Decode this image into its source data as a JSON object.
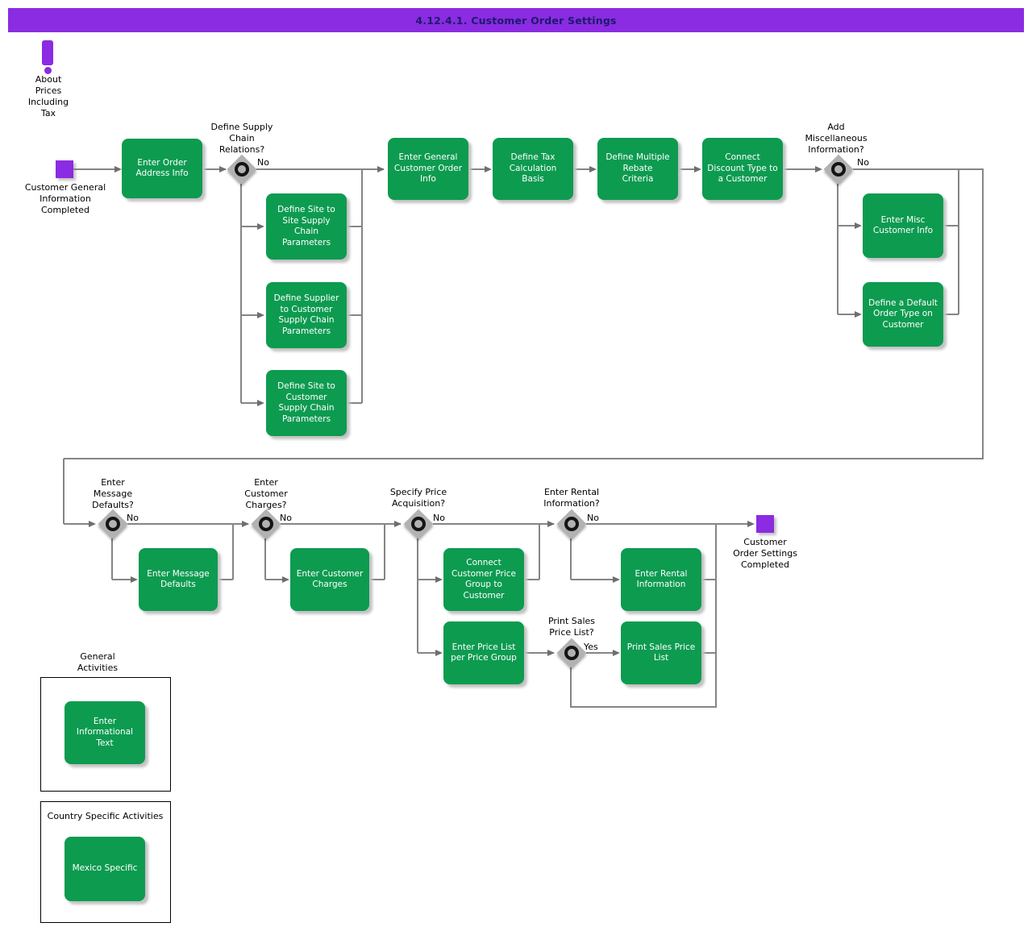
{
  "title": "4.12.4.1. Customer Order Settings",
  "colors": {
    "accent_purple": "#8b2be2",
    "task_green": "#0d9b50",
    "title_text": "#1b1b6e",
    "connector_gray": "#858585"
  },
  "annotation": {
    "label": "About\nPrices\nIncluding\nTax"
  },
  "events": {
    "start": {
      "label": "Customer General\nInformation\nCompleted"
    },
    "end": {
      "label": "Customer\nOrder Settings\nCompleted"
    }
  },
  "tasks": {
    "enter_order_address_info": {
      "label": "Enter Order\nAddress Info"
    },
    "define_site_to_site_supply_chain_parameters": {
      "label": "Define Site to\nSite Supply\nChain\nParameters"
    },
    "define_supplier_to_customer_supply_chain_parameters": {
      "label": "Define Supplier\nto Customer\nSupply Chain\nParameters"
    },
    "define_site_to_customer_supply_chain_parameters": {
      "label": "Define Site to\nCustomer\nSupply Chain\nParameters"
    },
    "enter_general_customer_order_info": {
      "label": "Enter General\nCustomer Order\nInfo"
    },
    "define_tax_calculation_basis": {
      "label": "Define Tax\nCalculation\nBasis"
    },
    "define_multiple_rebate_criteria": {
      "label": "Define Multiple\nRebate\nCriteria"
    },
    "connect_discount_type_to_a_customer": {
      "label": "Connect\nDiscount Type to\na Customer"
    },
    "enter_misc_customer_info": {
      "label": "Enter Misc\nCustomer Info"
    },
    "define_a_default_order_type_on_customer": {
      "label": "Define a Default\nOrder Type on\nCustomer"
    },
    "enter_message_defaults": {
      "label": "Enter Message\nDefaults"
    },
    "enter_customer_charges": {
      "label": "Enter Customer\nCharges"
    },
    "connect_customer_price_group_to_customer": {
      "label": "Connect\nCustomer Price\nGroup to\nCustomer"
    },
    "enter_price_list_per_price_group": {
      "label": "Enter Price List\nper Price Group"
    },
    "enter_rental_information": {
      "label": "Enter Rental\nInformation"
    },
    "print_sales_price_list": {
      "label": "Print Sales Price\nList"
    },
    "enter_informational_text": {
      "label": "Enter\nInformational\nText"
    },
    "mexico_specific": {
      "label": "Mexico Specific"
    }
  },
  "decisions": {
    "define_supply_chain_relations": {
      "question": "Define Supply\nChain\nRelations?",
      "branch_label": "No"
    },
    "add_miscellaneous_information": {
      "question": "Add\nMiscellaneous\nInformation?",
      "branch_label": "No"
    },
    "enter_message_defaults": {
      "question": "Enter\nMessage\nDefaults?",
      "branch_label": "No"
    },
    "enter_customer_charges": {
      "question": "Enter\nCustomer\nCharges?",
      "branch_label": "No"
    },
    "specify_price_acquisition": {
      "question": "Specify Price\nAcquisition?",
      "branch_label": "No"
    },
    "enter_rental_information": {
      "question": "Enter Rental\nInformation?",
      "branch_label": "No"
    },
    "print_sales_price_list": {
      "question": "Print Sales\nPrice List?",
      "branch_label": "Yes"
    }
  },
  "groups": {
    "general_activities": {
      "title": "General\nActivities"
    },
    "country_specific_activities": {
      "title": "Country Specific Activities"
    }
  }
}
